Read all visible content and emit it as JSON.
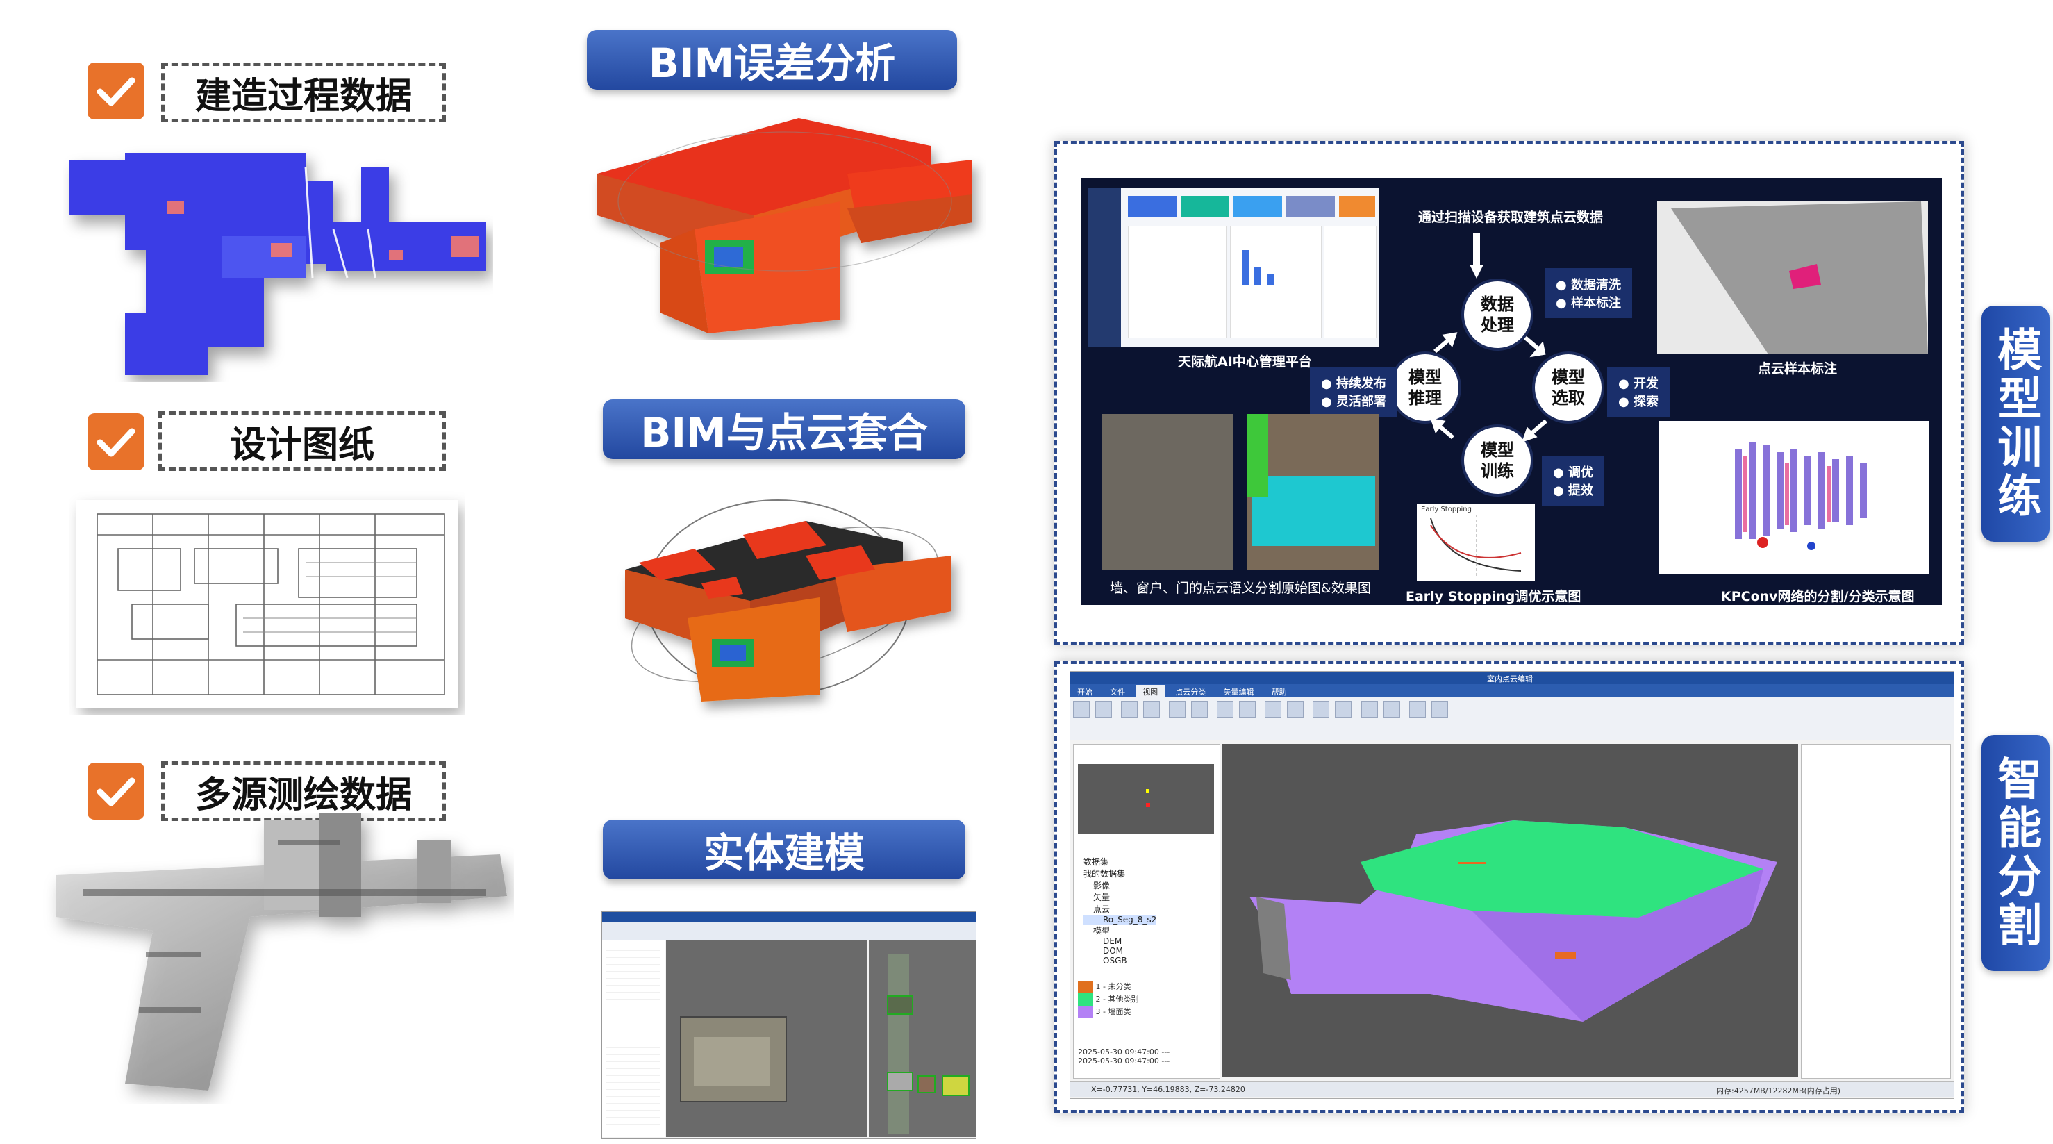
{
  "left_items": [
    {
      "label": "建造过程数据"
    },
    {
      "label": "设计图纸"
    },
    {
      "label": "多源测绘数据"
    }
  ],
  "middle_titles": {
    "bim_error": "BIM误差分析",
    "bim_pointcloud": "BIM与点云套合",
    "solid_modeling": "实体建模"
  },
  "right_tabs": {
    "model_training": "模型训练",
    "smart_segmentation": "智能分割"
  },
  "training_panel": {
    "platform_caption": "天际航AI中心管理平台",
    "scan_caption": "通过扫描设备获取建筑点云数据",
    "sample_caption": "点云样本标注",
    "cycle": {
      "data_processing": "数据\n处理",
      "model_selection": "模型\n选取",
      "model_training": "模型\n训练",
      "model_inference": "模型\n推理"
    },
    "bullets_data": [
      "数据清洗",
      "样本标注"
    ],
    "bullets_select": [
      "开发",
      "探索"
    ],
    "bullets_train": [
      "调优",
      "提效"
    ],
    "bullets_infer": [
      "持续发布",
      "灵活部署"
    ],
    "seg_caption": "墙、窗户、门的点云语义分割原始图&效果图",
    "early_caption": "Early Stopping调优示意图",
    "early_inner": "Early Stopping",
    "kpconv_caption": "KPConv网络的分割/分类示意图"
  },
  "seg_software": {
    "title": "室内点云编辑",
    "menu_tabs": [
      "开始",
      "文件",
      "视图",
      "点云分类",
      "矢量编辑",
      "帮助"
    ],
    "left_tree": [
      "数据集",
      "我的数据集",
      "影像",
      "矢量",
      "点云",
      "Ro_Seg_8_s2",
      "模型",
      "DEM",
      "DOM",
      "OSGB"
    ],
    "legend": [
      "1 - 未分类",
      "2 - 其他类别",
      "3 - 墙面类"
    ],
    "log_lines": [
      "2025-05-30 09:47:00 ---",
      "2025-05-30 09:47:00 ---"
    ],
    "status_left": "X=-0.77731, Y=46.19883, Z=-73.24820",
    "status_right": "内存:4257MB/12282MB(内存占用)"
  },
  "colors": {
    "check_orange": "#e8722a",
    "title_blue": "#2c56b4",
    "frame_dash": "#2c4a8e",
    "seg_green": "#2fe37f",
    "seg_purple": "#b381f5"
  }
}
